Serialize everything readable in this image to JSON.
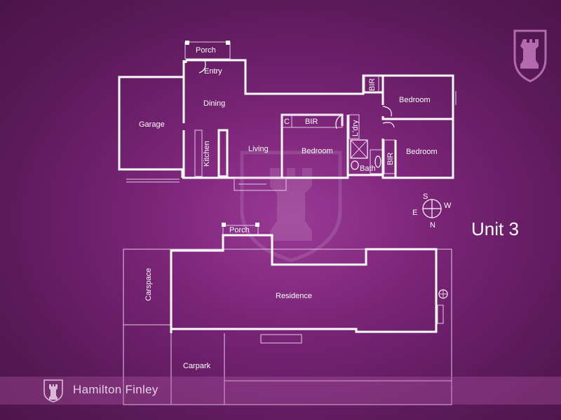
{
  "unit_label": "Unit 3",
  "brand": {
    "name": "Hamilton Finley",
    "icon": "castle-rook-shield-icon"
  },
  "compass": {
    "S": "S",
    "W": "W",
    "E": "E",
    "N": "N"
  },
  "rooms": {
    "porch_top": "Porch",
    "entry": "Entry",
    "dining": "Dining",
    "garage": "Garage",
    "kitchen": "Kitchen",
    "living": "Living",
    "bedroom_mid": "Bedroom",
    "bir_mid": "BIR",
    "c": "C",
    "ldry": "L'dry",
    "bath": "Bath",
    "bir_top": "BIR",
    "bedroom_top": "Bedroom",
    "bir_right": "BIR",
    "bedroom_right": "Bedroom"
  },
  "site": {
    "porch": "Porch",
    "residence": "Residence",
    "carspace": "Carspace",
    "carpark": "Carpark"
  },
  "colors": {
    "background": "#7a2477",
    "lines": "#ffffff"
  }
}
